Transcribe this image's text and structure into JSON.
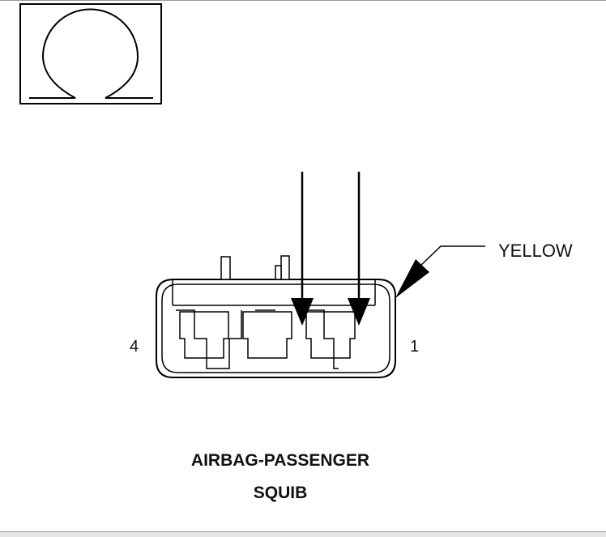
{
  "diagram": {
    "wire_color_label": "YELLOW",
    "pin_left_label": "4",
    "pin_right_label": "1",
    "title_line1": "AIRBAG-PASSENGER",
    "title_line2": "SQUIB"
  },
  "icons": {
    "view_symbol": "omega-connector-view-icon"
  },
  "colors": {
    "line": "#000000",
    "background": "#ffffff"
  }
}
